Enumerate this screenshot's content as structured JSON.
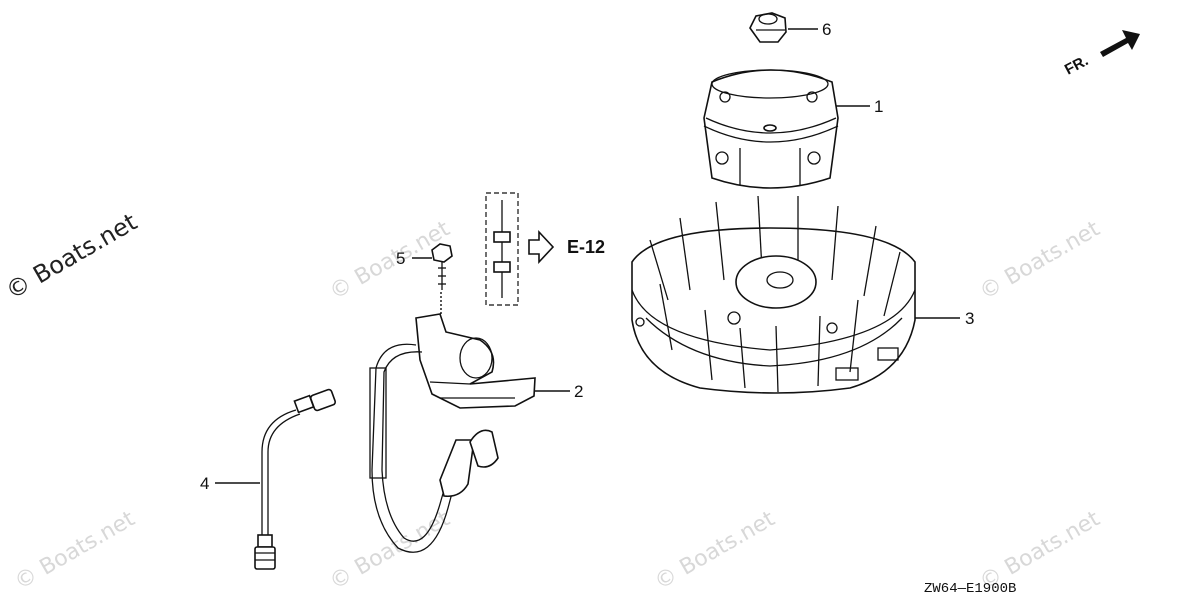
{
  "watermark": "© Boats.net",
  "fr_label": "FR.",
  "reference_label": "E-12",
  "diagram_code": "ZW64—E1900B",
  "callouts": {
    "c1": "1",
    "c2": "2",
    "c3": "3",
    "c4": "4",
    "c5": "5",
    "c6": "6"
  }
}
